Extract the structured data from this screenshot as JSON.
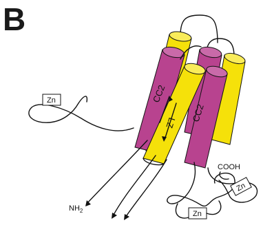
{
  "figure": {
    "panel_label": "B",
    "helices": {
      "cc2_front": "CC2",
      "lz": "LZ",
      "cc2_right": "CC2"
    },
    "zinc_labels": [
      "Zn",
      "Zn",
      "Zn"
    ],
    "termini": {
      "n_terminus_main": "NH",
      "n_terminus_sub": "2",
      "c_terminus": "COOH"
    },
    "colors": {
      "yellow_helix": "#f5e10a",
      "magenta_helix": "#b8438f",
      "line": "#111111"
    }
  }
}
